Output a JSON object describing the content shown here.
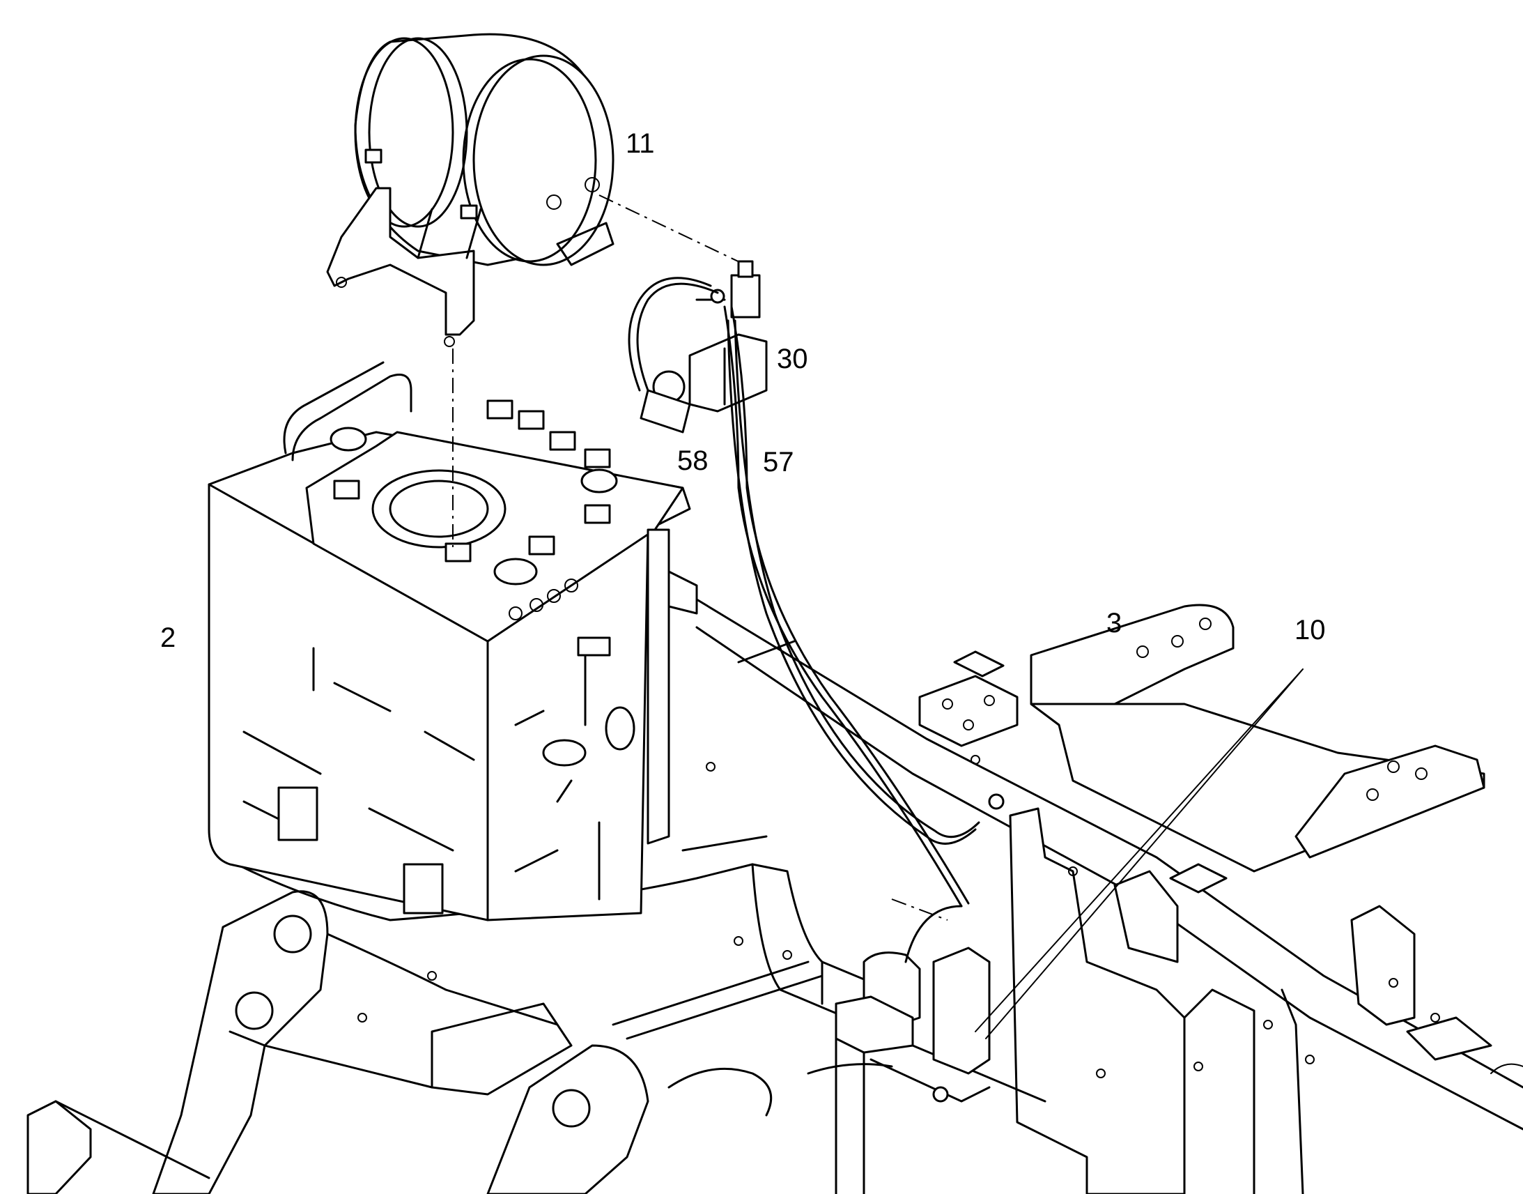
{
  "callouts": {
    "c11": "11",
    "c30": "30",
    "c58": "58",
    "c57": "57",
    "c2": "2",
    "c3": "3",
    "c10": "10"
  },
  "colors": {
    "line": "#000000",
    "background": "#ffffff"
  }
}
